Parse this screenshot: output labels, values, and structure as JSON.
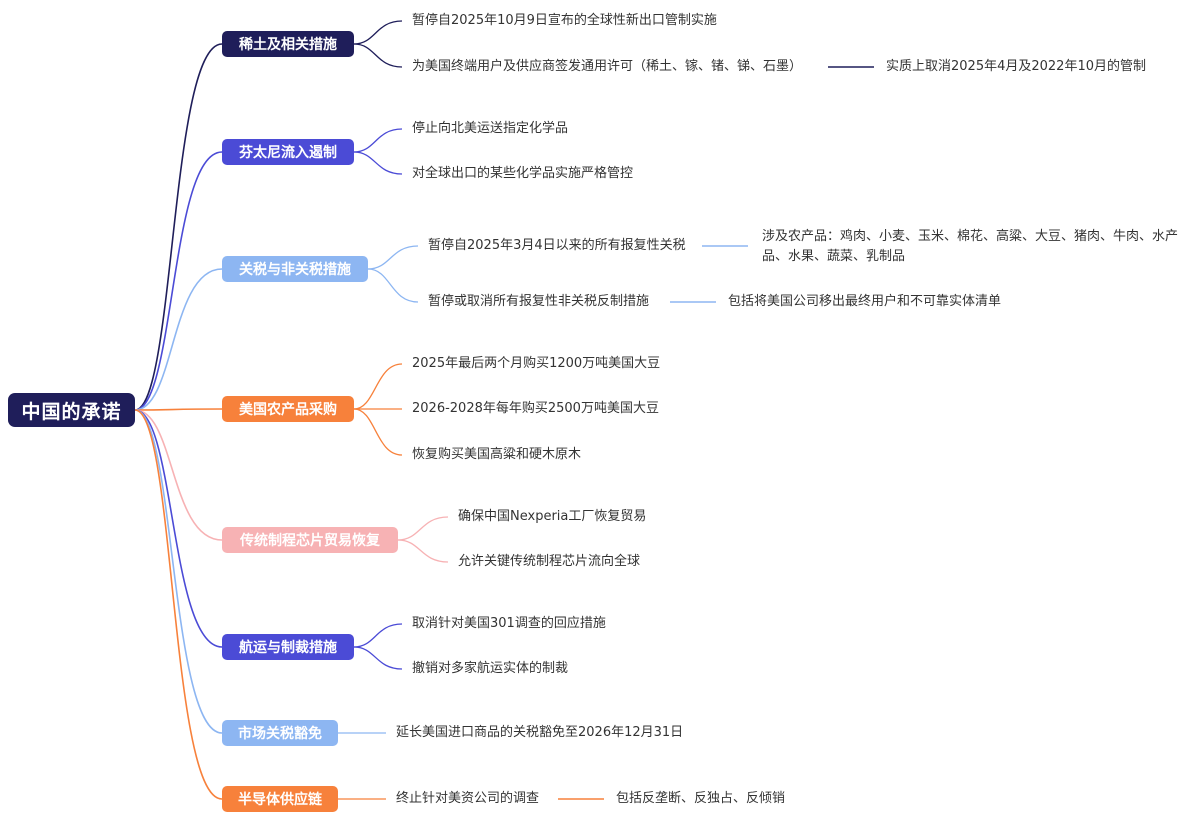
{
  "root": {
    "label": "中国的承诺"
  },
  "colors": {
    "navy": "#1f1e5a",
    "indigo": "#4b4bd6",
    "lightblue": "#8db6f2",
    "orange": "#f7813b",
    "pink": "#f7b2b4"
  },
  "branches": [
    {
      "label": "稀土及相关措施",
      "items": [
        {
          "text": "暂停自2025年10月9日宣布的全球性新出口管制实施"
        },
        {
          "text": "为美国终端用户及供应商签发通用许可（稀土、镓、锗、锑、石墨）",
          "sub": "实质上取消2025年4月及2022年10月的管制"
        }
      ]
    },
    {
      "label": "芬太尼流入遏制",
      "items": [
        {
          "text": "停止向北美运送指定化学品"
        },
        {
          "text": "对全球出口的某些化学品实施严格管控"
        }
      ]
    },
    {
      "label": "关税与非关税措施",
      "items": [
        {
          "text": "暂停自2025年3月4日以来的所有报复性关税",
          "sub": "涉及农产品：鸡肉、小麦、玉米、棉花、高粱、大豆、猪肉、牛肉、水产品、水果、蔬菜、乳制品"
        },
        {
          "text": "暂停或取消所有报复性非关税反制措施",
          "sub": "包括将美国公司移出最终用户和不可靠实体清单"
        }
      ]
    },
    {
      "label": "美国农产品采购",
      "items": [
        {
          "text": "2025年最后两个月购买1200万吨美国大豆"
        },
        {
          "text": "2026-2028年每年购买2500万吨美国大豆"
        },
        {
          "text": "恢复购买美国高粱和硬木原木"
        }
      ]
    },
    {
      "label": "传统制程芯片贸易恢复",
      "items": [
        {
          "text": "确保中国Nexperia工厂恢复贸易"
        },
        {
          "text": "允许关键传统制程芯片流向全球"
        }
      ]
    },
    {
      "label": "航运与制裁措施",
      "items": [
        {
          "text": "取消针对美国301调查的回应措施"
        },
        {
          "text": "撤销对多家航运实体的制裁"
        }
      ]
    },
    {
      "label": "市场关税豁免",
      "items": [
        {
          "text": "延长美国进口商品的关税豁免至2026年12月31日"
        }
      ]
    },
    {
      "label": "半导体供应链",
      "items": [
        {
          "text": "终止针对美资公司的调查",
          "sub": "包括反垄断、反独占、反倾销"
        }
      ]
    }
  ]
}
